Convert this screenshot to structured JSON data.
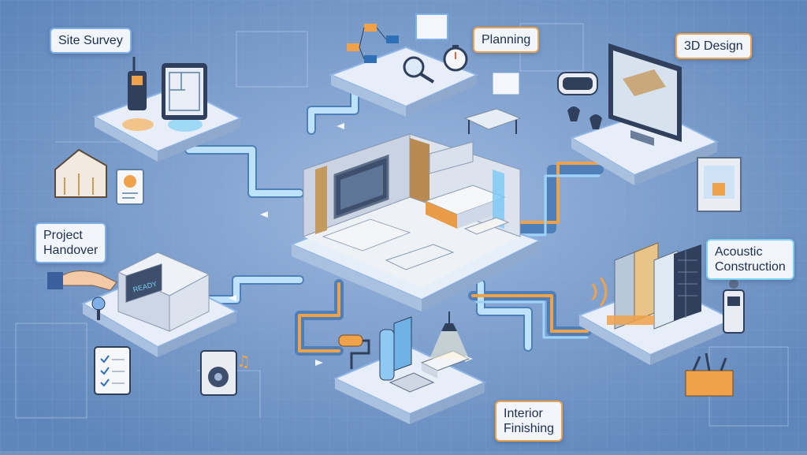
{
  "stages": {
    "site_survey": {
      "title": "Site Survey"
    },
    "planning": {
      "title": "Planning"
    },
    "design_3d": {
      "title": "3D Design"
    },
    "project_handover": {
      "line1": "Project",
      "line2": "Handover"
    },
    "acoustic_construction": {
      "line1": "Acoustic",
      "line2": "Construction"
    },
    "interior_finishing": {
      "line1": "Interior",
      "line2": "Finishing"
    }
  },
  "props": {
    "tv_screen_text": "READY"
  },
  "colors": {
    "background": "#6f94c4",
    "blueprint_grid": "#8fb1dc",
    "platform_top": "#dfe8f5",
    "platform_side": "#9fb6d6",
    "pipe_blue": "#8ec9f3",
    "pipe_orange": "#f0a24a",
    "accent_dark": "#2f3f5c"
  },
  "icons": [
    "walkie-talkie-icon",
    "tablet-floorplan-icon",
    "house-frame-icon",
    "clipboard-icon",
    "flowchart-icon",
    "stopwatch-icon",
    "magnifier-icon",
    "meeting-room-icon",
    "vr-headset-icon",
    "monitor-icon",
    "3d-printer-icon",
    "acoustic-panels-icon",
    "sound-meter-icon",
    "toolbox-icon",
    "paint-roller-icon",
    "wallpaper-roll-icon",
    "sofa-icon",
    "lamp-icon",
    "key-hand-icon",
    "checklist-tablet-icon",
    "speaker-icon",
    "music-note-icon"
  ]
}
